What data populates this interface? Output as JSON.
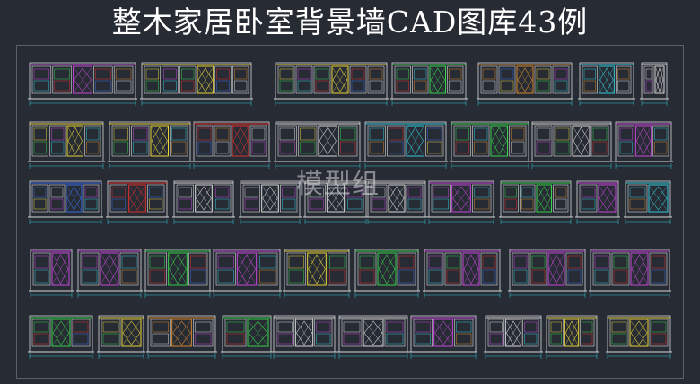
{
  "header": {
    "title": "整木家居卧室背景墙CAD图库43例"
  },
  "watermark": {
    "text": "模型组"
  },
  "colors": {
    "background": "#262b34",
    "frame": "#5b6068",
    "line_white": "#d9d9d9",
    "line_yellow": "#e8d23a",
    "line_magenta": "#c64ad8",
    "line_green": "#39d24a",
    "line_cyan": "#37c8d8",
    "line_red": "#e0322e",
    "line_orange": "#d8892e",
    "line_blue": "#3a6ee0"
  },
  "drawings": {
    "count": 43
  }
}
